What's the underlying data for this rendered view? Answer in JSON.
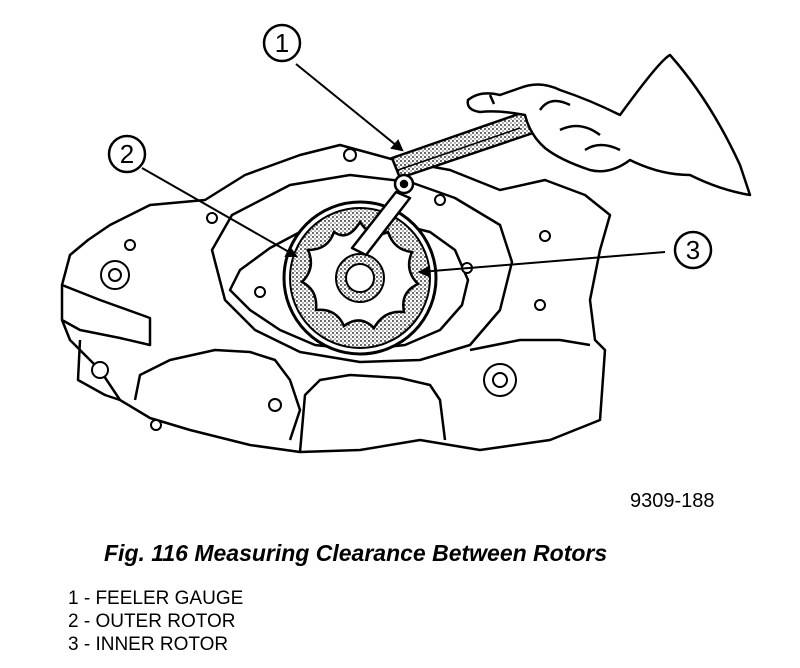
{
  "figure": {
    "id": "9309-188",
    "caption": "Fig. 116 Measuring Clearance Between Rotors"
  },
  "callouts": [
    {
      "number": "1",
      "label": "FEELER GAUGE"
    },
    {
      "number": "2",
      "label": "OUTER ROTOR"
    },
    {
      "number": "3",
      "label": "INNER ROTOR"
    }
  ],
  "legend": [
    "1 - FEELER GAUGE",
    "2 - OUTER ROTOR",
    "3 - INNER ROTOR"
  ]
}
